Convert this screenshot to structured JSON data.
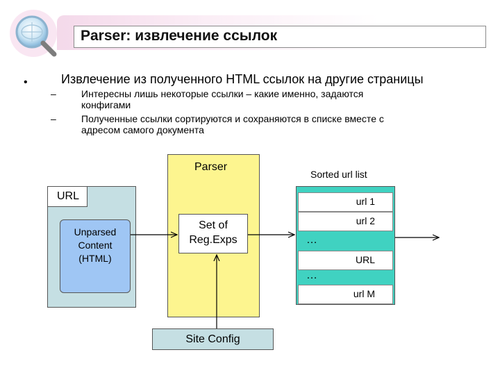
{
  "header": {
    "title": "Parser: извлечение ссылок"
  },
  "bullets": {
    "main": "Извлечение из полученного HTML ссылок на другие страницы",
    "bullet_symbol": "•",
    "dash_symbol": "–",
    "sub1_line1": "Интересны лишь некоторые ссылки – какие именно, задаются",
    "sub1_line2": "конфигами",
    "sub2_line1": "Полученные ссылки  сортируются и сохраняются в списке вместе с",
    "sub2_line2": "адресом самого документа"
  },
  "diagram": {
    "parser": "Parser",
    "url": "URL",
    "unparsed_line1": "Unparsed",
    "unparsed_line2": "Content",
    "unparsed_line3": "(HTML)",
    "regexp_line1": "Set of",
    "regexp_line2": "Reg.Exps",
    "sorted_title": "Sorted url list",
    "rows": [
      "url 1",
      "url 2",
      "URL",
      "url M"
    ],
    "ellipsis1": "…",
    "ellipsis2": "…",
    "site_config": "Site Config"
  },
  "colors": {
    "parser_fill": "#fdf58f",
    "url_fill": "#c5dfe3",
    "unparsed_fill": "#9fc6f4",
    "sorted_fill": "#40d2c1",
    "title_gradient": "#f4d9ea"
  }
}
